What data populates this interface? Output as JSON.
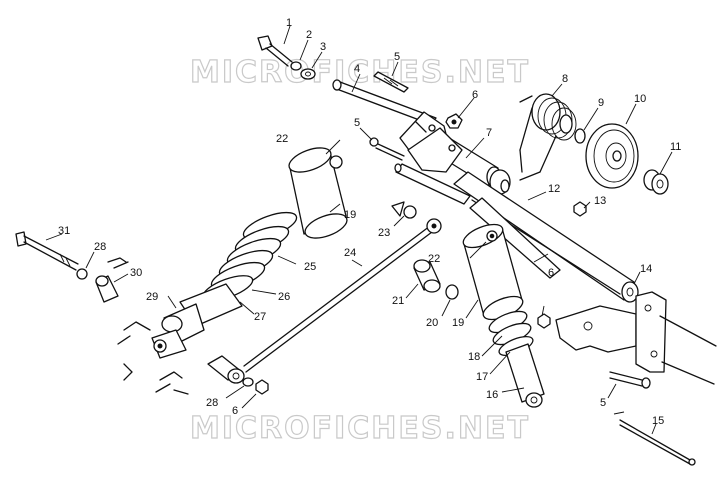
{
  "watermark": "MICROFICHES.NET",
  "callouts": {
    "n1": "1",
    "n2": "2",
    "n3": "3",
    "n4": "4",
    "n5a": "5",
    "n5b": "5",
    "n5c": "5",
    "n6a": "6",
    "n6b": "6",
    "n6c": "6",
    "n7": "7",
    "n8": "8",
    "n9": "9",
    "n10": "10",
    "n11": "11",
    "n12": "12",
    "n13": "13",
    "n14": "14",
    "n15": "15",
    "n16": "16",
    "n17": "17",
    "n18": "18",
    "n19a": "19",
    "n19b": "19",
    "n20": "20",
    "n21": "21",
    "n22a": "22",
    "n22b": "22",
    "n23": "23",
    "n24": "24",
    "n25": "25",
    "n26": "26",
    "n27": "27",
    "n28a": "28",
    "n28b": "28",
    "n29": "29",
    "n30": "30",
    "n31": "31"
  }
}
